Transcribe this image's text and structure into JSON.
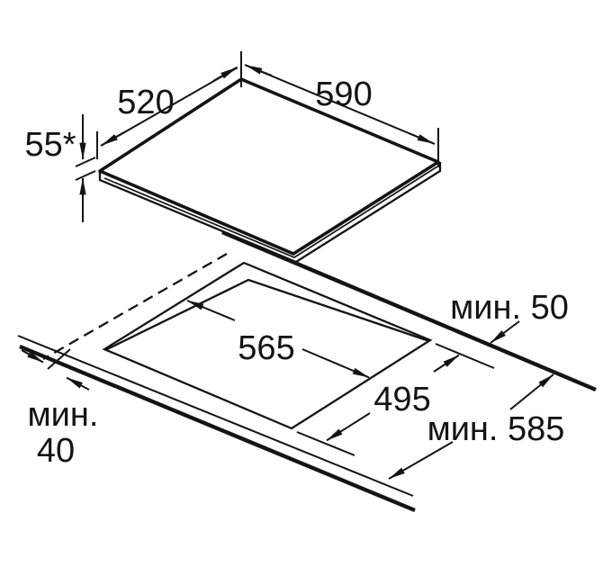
{
  "colors": {
    "ink": "#141414",
    "paper": "#ffffff"
  },
  "labels": {
    "hob_width": "590",
    "hob_depth": "520",
    "hob_height": "55*",
    "cutout_width": "565",
    "cutout_depth": "495",
    "rear_clearance": "мин. 50",
    "worktop_min_depth": "мин. 585",
    "left_clearance_word": "мин.",
    "left_clearance_value": "40"
  },
  "dimension_values": {
    "hob_width": 590,
    "hob_depth": 520,
    "hob_height": 55,
    "hob_height_note": "55*",
    "cutout_width": 565,
    "cutout_depth": 495,
    "rear_clearance_min": 50,
    "worktop_depth_min": 585,
    "left_clearance_min": 40
  }
}
